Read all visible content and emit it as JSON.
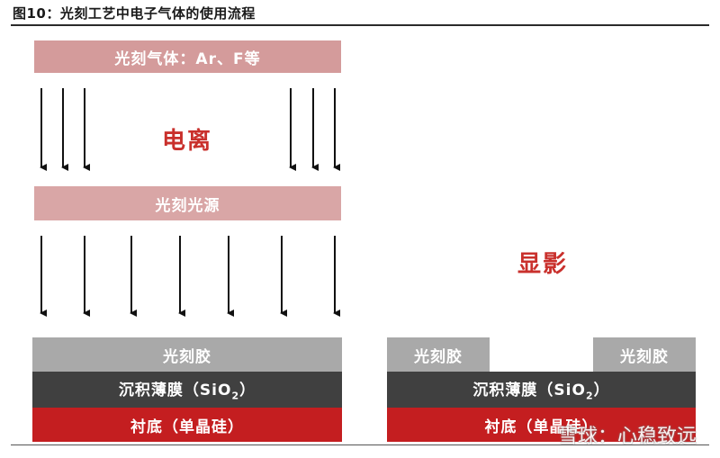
{
  "figure": {
    "title": "图10：光刻工艺中电子气体的使用流程"
  },
  "left": {
    "gas_bar": "光刻气体：Ar、F等",
    "ionization_label": "电离",
    "light_source_bar": "光刻光源",
    "photoresist": "光刻胶",
    "deposition": "沉积薄膜（SiO",
    "deposition_sub": "2",
    "deposition_end": "）",
    "substrate": "衬底（单晶硅）"
  },
  "right": {
    "develop_label": "显影",
    "photoresist_left": "光刻胶",
    "photoresist_right": "光刻胶",
    "deposition": "沉积薄膜（SiO",
    "deposition_sub": "2",
    "deposition_end": "）",
    "substrate": "衬底（单晶硅）"
  },
  "watermark": {
    "text": "雪球：心稳致远"
  },
  "colors": {
    "gas_bar": "#d49b9b",
    "light_source_bar": "#d9a6a6",
    "photoresist": "#a9a9a9",
    "deposition": "#404040",
    "substrate": "#c41e20",
    "label_red": "#c9302c"
  }
}
